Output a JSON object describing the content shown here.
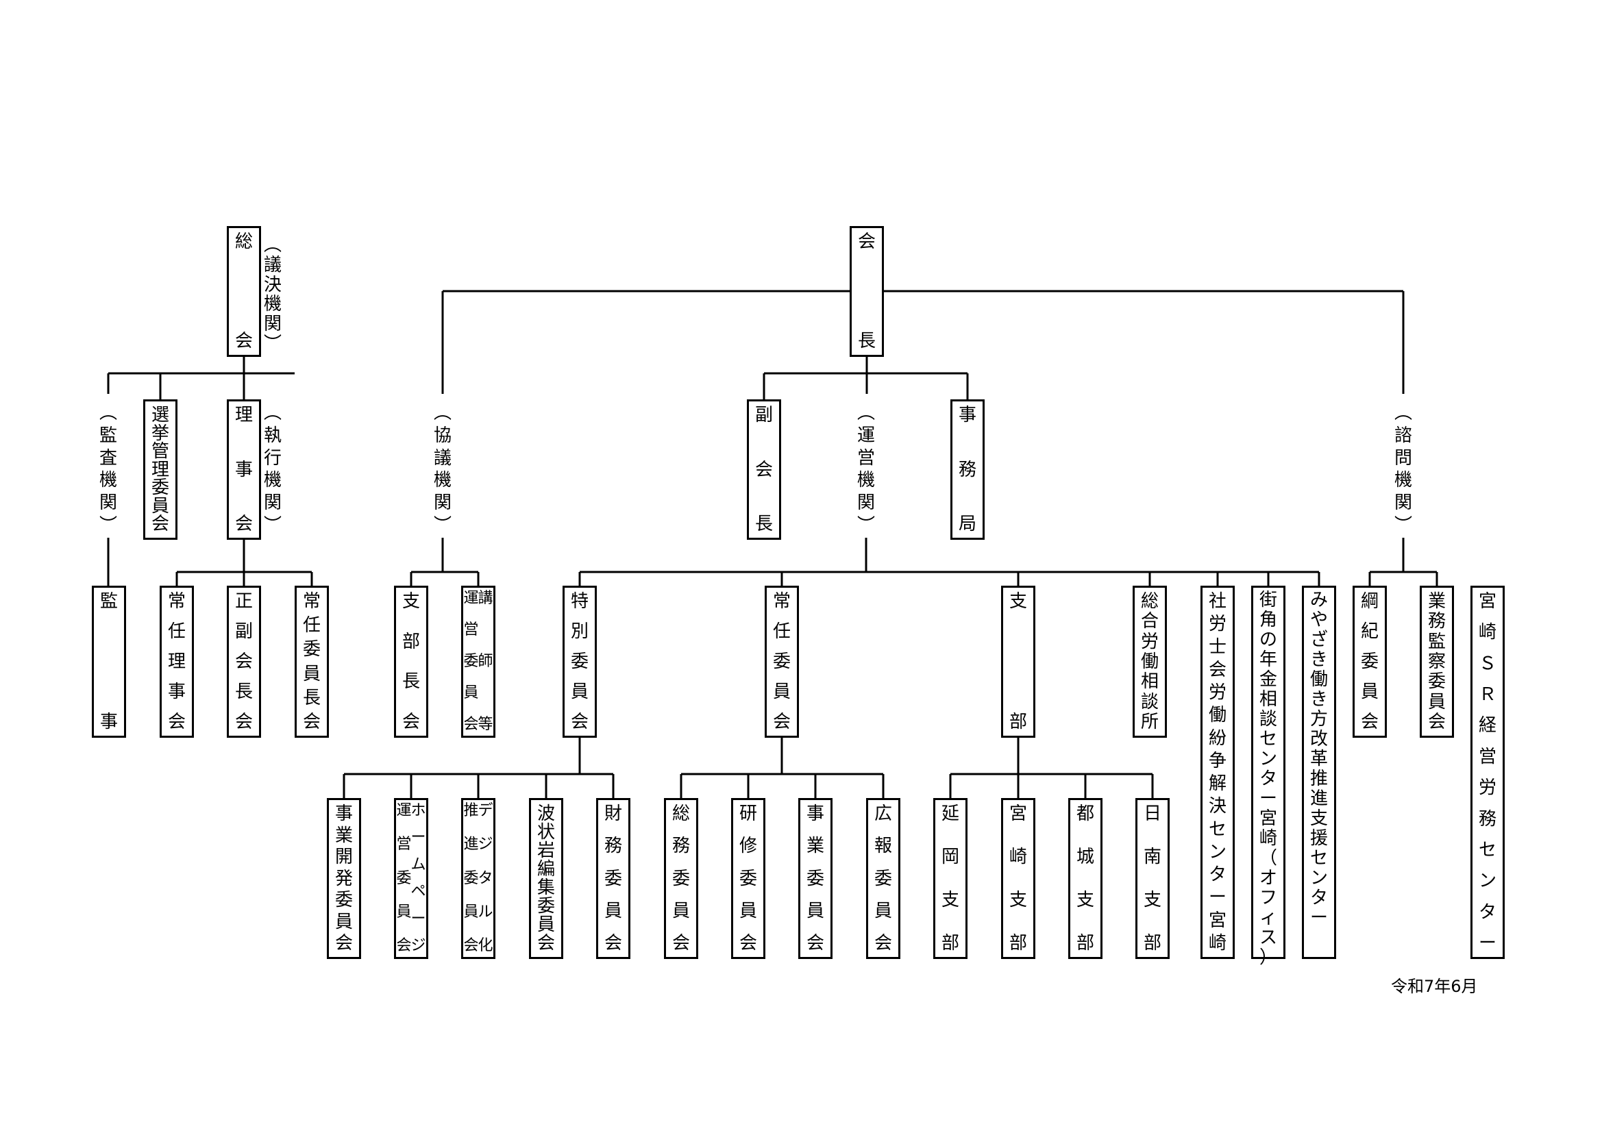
{
  "nodes": {
    "soukai": [
      "総",
      "会"
    ],
    "kaichou": [
      "会",
      "長"
    ],
    "gikai_kikan": [
      "議",
      "決",
      "機",
      "関"
    ],
    "kansa_kikan": [
      "監",
      "査",
      "機",
      "関"
    ],
    "senkyo": [
      "選",
      "挙",
      "管",
      "理",
      "委",
      "員",
      "会"
    ],
    "rijikai": [
      "理",
      "事",
      "会"
    ],
    "shikkou_kikan": [
      "執",
      "行",
      "機",
      "関"
    ],
    "kanji": [
      "監",
      "事"
    ],
    "jounin_rijikai": [
      "常",
      "任",
      "理",
      "事",
      "会"
    ],
    "sei_fuku_kaichoukai": [
      "正",
      "副",
      "会",
      "長",
      "会"
    ],
    "jounin_iinchoukai": [
      "常",
      "任",
      "委",
      "員",
      "長",
      "会"
    ],
    "kyougi_kikan": [
      "協",
      "議",
      "機",
      "関"
    ],
    "fukukaichou": [
      "副",
      "会",
      "長"
    ],
    "unei_kikan": [
      "運",
      "営",
      "機",
      "関"
    ],
    "jimukyoku": [
      "事",
      "務",
      "局"
    ],
    "shimon_kikan": [
      "諮",
      "問",
      "機",
      "関"
    ],
    "shibuchoukai": [
      "支",
      "部",
      "長",
      "会"
    ],
    "koushi_col1": [
      "講",
      "師",
      "等"
    ],
    "koushi_col2": [
      "運",
      "営",
      "委",
      "員",
      "会"
    ],
    "tokubetsu": [
      "特",
      "別",
      "委",
      "員",
      "会"
    ],
    "jounin_iinkai": [
      "常",
      "任",
      "委",
      "員",
      "会"
    ],
    "shibu": [
      "支",
      "部"
    ],
    "sougou_roudou": [
      "総",
      "合",
      "労",
      "働",
      "相",
      "談",
      "所"
    ],
    "sharoushi_center": [
      "社",
      "労",
      "士",
      "会",
      "労",
      "働",
      "紛",
      "争",
      "解",
      "決",
      "セ",
      "ン",
      "タ",
      "ー",
      "宮",
      "崎"
    ],
    "machikado": [
      "街",
      "角",
      "の",
      "年",
      "金",
      "相",
      "談",
      "セ",
      "ン",
      "タ",
      "ー",
      "宮",
      "崎",
      "（",
      "オ",
      "フ",
      "ィ",
      "ス",
      "）"
    ],
    "miyazaki_hataraki": [
      "み",
      "や",
      "ざ",
      "き",
      "働",
      "き",
      "方",
      "改",
      "革",
      "推",
      "進",
      "支",
      "援",
      "セ",
      "ン",
      "タ",
      "ー"
    ],
    "kouki": [
      "綱",
      "紀",
      "委",
      "員",
      "会"
    ],
    "gyoumu_kansa": [
      "業",
      "務",
      "監",
      "察",
      "委",
      "員",
      "会"
    ],
    "miyazaki_sr": [
      "宮",
      "崎",
      "Ｓ",
      "Ｒ",
      "経",
      "営",
      "労",
      "務",
      "セ",
      "ン",
      "タ",
      "ー"
    ],
    "jigyou_kaihatsu": [
      "事",
      "業",
      "開",
      "発",
      "委",
      "員",
      "会"
    ],
    "homepage_col1": [
      "ホ",
      "ー",
      "ム",
      "ペ",
      "ー",
      "ジ"
    ],
    "homepage_col2": [
      "運",
      "営",
      "委",
      "員",
      "会"
    ],
    "digital_col1": [
      "デ",
      "ジ",
      "タ",
      "ル",
      "化"
    ],
    "digital_col2": [
      "推",
      "進",
      "委",
      "員",
      "会"
    ],
    "hajouiwa": [
      "波",
      "状",
      "岩",
      "編",
      "集",
      "委",
      "員",
      "会"
    ],
    "zaimu": [
      "財",
      "務",
      "委",
      "員",
      "会"
    ],
    "soumu": [
      "総",
      "務",
      "委",
      "員",
      "会"
    ],
    "kenshuu": [
      "研",
      "修",
      "委",
      "員",
      "会"
    ],
    "jigyou": [
      "事",
      "業",
      "委",
      "員",
      "会"
    ],
    "kouhou": [
      "広",
      "報",
      "委",
      "員",
      "会"
    ],
    "nobeoka": [
      "延",
      "岡",
      "支",
      "部"
    ],
    "miyazaki_shibu": [
      "宮",
      "崎",
      "支",
      "部"
    ],
    "miyakonojou": [
      "都",
      "城",
      "支",
      "部"
    ],
    "nichinan": [
      "日",
      "南",
      "支",
      "部"
    ]
  },
  "date": "令和7年6月"
}
